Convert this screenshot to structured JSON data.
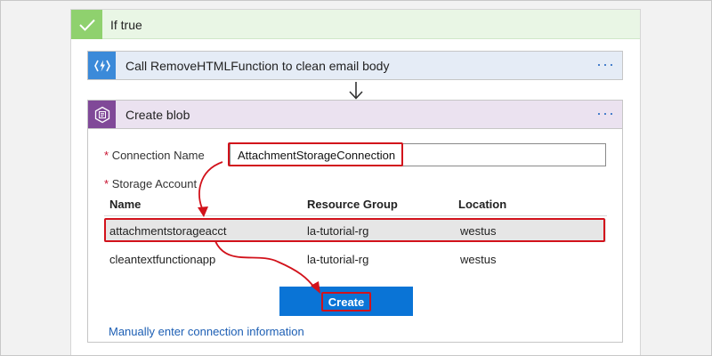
{
  "condition": {
    "label": "If true",
    "icon": "check-icon",
    "color": "#8fd16e"
  },
  "action1": {
    "title": "Call RemoveHTMLFunction to clean email body",
    "icon": "function-lightning-icon",
    "more_label": "···"
  },
  "action2": {
    "title": "Create blob",
    "icon": "blob-storage-icon",
    "more_label": "···"
  },
  "form": {
    "required_mark": "*",
    "connection_name_label": "Connection Name",
    "connection_name_value": "AttachmentStorageConnection",
    "storage_account_label": "Storage Account",
    "columns": [
      "Name",
      "Resource Group",
      "Location"
    ],
    "rows": [
      [
        "attachmentstorageacct",
        "la-tutorial-rg",
        "westus"
      ],
      [
        "cleantextfunctionapp",
        "la-tutorial-rg",
        "westus"
      ]
    ],
    "create_label": "Create",
    "manual_link": "Manually enter connection information"
  },
  "colors": {
    "accent_blue": "#0a74d6",
    "highlight_red": "#d2121b",
    "function_blue": "#3b8ad9",
    "storage_purple": "#804998"
  }
}
